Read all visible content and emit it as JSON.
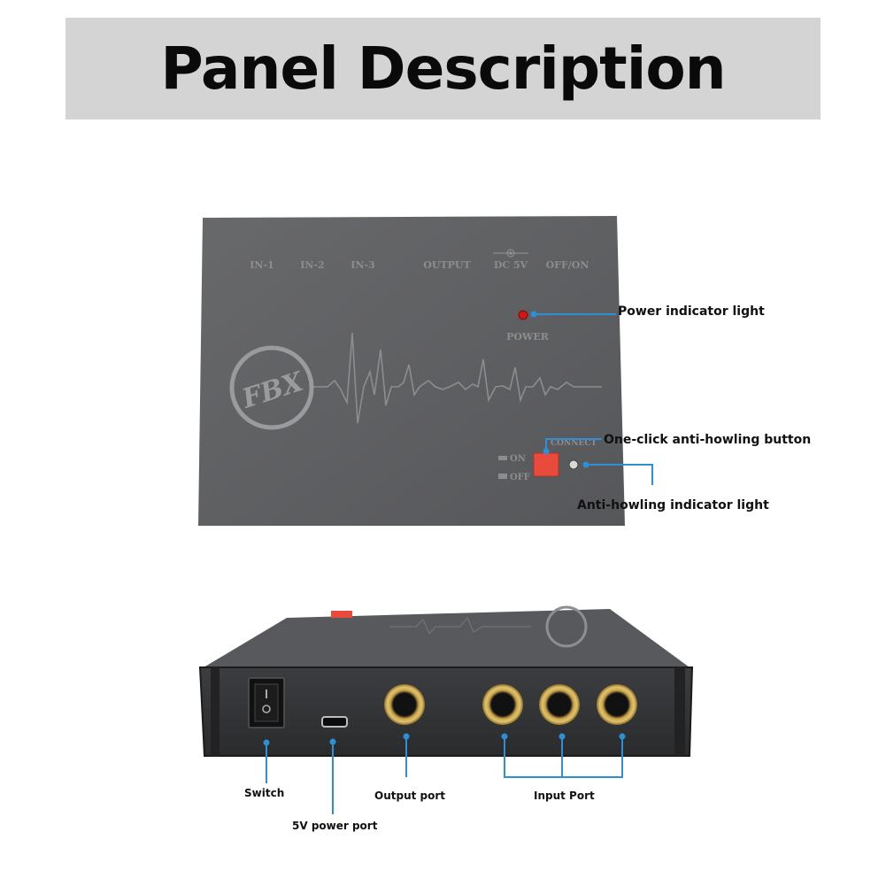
{
  "title": "Panel Description",
  "top_panel": {
    "port_labels": [
      "IN-1",
      "IN-2",
      "IN-3",
      "OUTPUT",
      "DC 5V",
      "OFF/ON"
    ],
    "power_label": "POWER",
    "logo_text": "FBX",
    "connect_label": "CONNECT",
    "on_label": "ON",
    "off_label": "OFF"
  },
  "callouts": {
    "power_indicator": "Power indicator light",
    "anti_howling_button": "One-click anti-howling button",
    "anti_howling_indicator": "Anti-howling indicator light",
    "switch": "Switch",
    "power_port": "5V power port",
    "output_port": "Output port",
    "input_port": "Input Port"
  },
  "colors": {
    "banner": "#d4d4d4",
    "device_body": "#5d5e60",
    "callout_line": "#2d8fd5",
    "led_red": "#d31414",
    "button_red": "#e84b3c"
  }
}
